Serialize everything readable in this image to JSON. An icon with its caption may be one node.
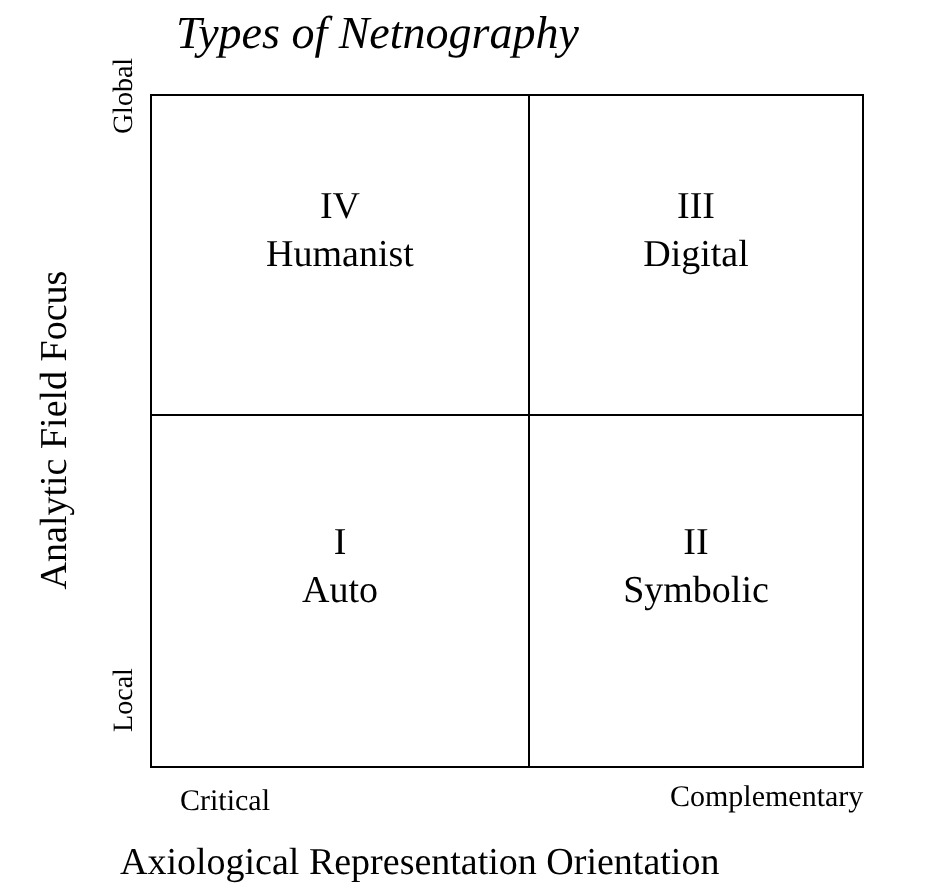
{
  "diagram": {
    "title": "Types of Netnography",
    "nodes": [
      {
        "text": [
          "IV",
          "Humanist"
        ]
      },
      {
        "text": [
          "III",
          "Digital"
        ]
      },
      {
        "text": [
          "I",
          "Auto"
        ]
      },
      {
        "text": [
          "II",
          "Symbolic"
        ]
      }
    ],
    "labels": [
      "Global",
      "Local",
      "Analytic Field Focus",
      "Critical",
      "Complementary",
      "Axiological Representation Orientation"
    ]
  }
}
